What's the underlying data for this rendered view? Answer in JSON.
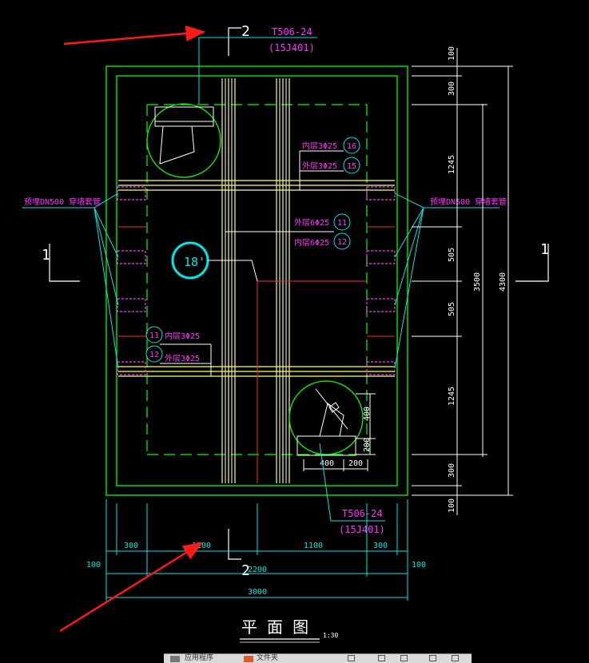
{
  "drawing": {
    "title": "平 面 图",
    "scale": "1:30",
    "sections": {
      "top": "2",
      "bottom": "2",
      "left": "1",
      "right": "1"
    },
    "std_top": {
      "code": "T506-24",
      "atlas": "(15J401)"
    },
    "std_bottom": {
      "code": "T506-24",
      "atlas": "(15J401)"
    },
    "pipe_left": "预埋DN500 穿墙套管",
    "pipe_right": "预埋DN500 穿墙套管",
    "center_mark": "18'",
    "rebars": [
      {
        "id": "r16",
        "label": "内层3Φ25",
        "num": "16"
      },
      {
        "id": "r15",
        "label": "外层3Φ25",
        "num": "15"
      },
      {
        "id": "r11a",
        "label": "外层6Φ25",
        "num": "11"
      },
      {
        "id": "r12a",
        "label": "内层6Φ25",
        "num": "12"
      },
      {
        "id": "r11b",
        "label": "内层3Φ25",
        "num": "11"
      },
      {
        "id": "r12b",
        "label": "外层3Φ25",
        "num": "12"
      }
    ],
    "dims_right_inner": [
      "100",
      "300",
      "1245",
      "505",
      "505",
      "1245",
      "300",
      "100"
    ],
    "dim_right_mid": "3500",
    "dim_right_total": "4300",
    "dims_bottom": [
      "300",
      "1100",
      "1100",
      "300"
    ],
    "dim_left_margin": "100",
    "dim_right_margin": "100",
    "dim_bottom_mid": "2200",
    "dim_bottom_total": "3000",
    "opening_w1": "400",
    "opening_w2": "200",
    "opening_h1": "400",
    "opening_h2": "200"
  },
  "taskbar": {
    "items": [
      "应用程序",
      "文件夹"
    ]
  },
  "colors": {
    "background": "#000000",
    "frame": "#00ff00",
    "rebar": "#ffff66",
    "red": "#ff2a2a",
    "text_magenta": "#ff33ff",
    "dim_cyan": "#00e5e5",
    "grid_white": "#ffffff",
    "arrow": "#ff1a1a"
  }
}
